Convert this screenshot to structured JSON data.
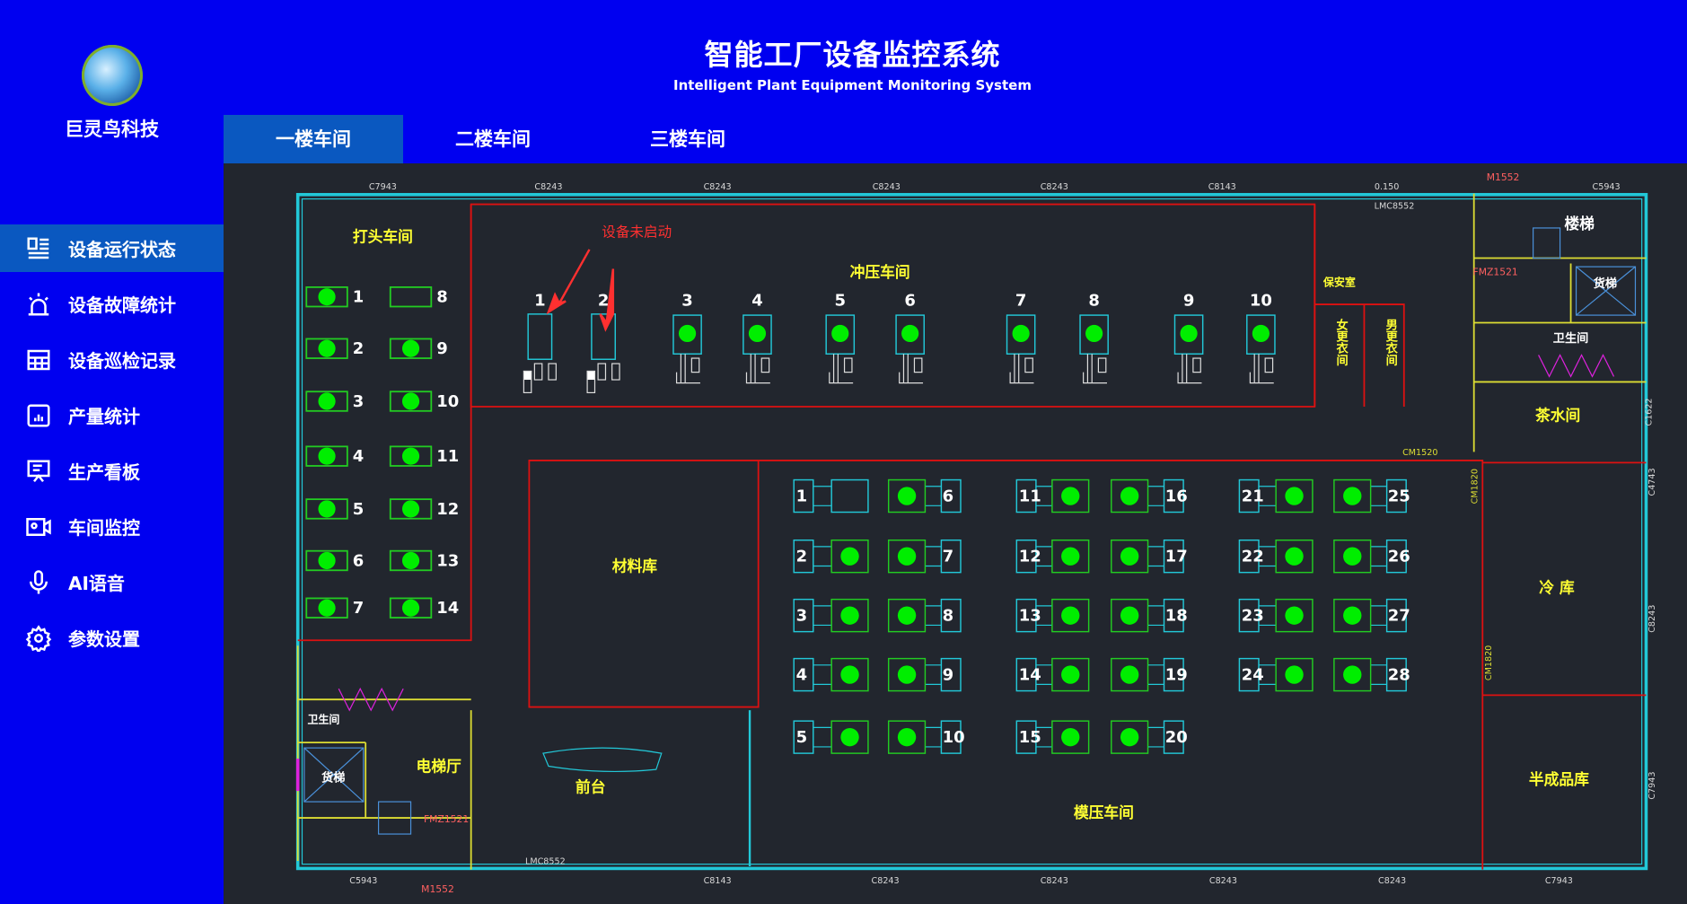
{
  "header": {
    "title": "智能工厂设备监控系统",
    "subtitle": "Intelligent Plant Equipment Monitoring System"
  },
  "logo": {
    "text": "巨灵鸟科技"
  },
  "tabs": [
    {
      "label": "一楼车间",
      "active": true
    },
    {
      "label": "二楼车间",
      "active": false
    },
    {
      "label": "三楼车间",
      "active": false
    }
  ],
  "sidebar": {
    "items": [
      {
        "label": "设备运行状态",
        "icon": "dashboard-icon",
        "active": true
      },
      {
        "label": "设备故障统计",
        "icon": "alarm-light-icon"
      },
      {
        "label": "设备巡检记录",
        "icon": "table-icon"
      },
      {
        "label": "产量统计",
        "icon": "bar-chart-icon"
      },
      {
        "label": "生产看板",
        "icon": "presentation-board-icon"
      },
      {
        "label": "车间监控",
        "icon": "camera-icon"
      },
      {
        "label": "AI语音",
        "icon": "microphone-icon"
      },
      {
        "label": "参数设置",
        "icon": "gear-icon"
      }
    ]
  },
  "plan": {
    "annotation": "设备未启动",
    "rooms": {
      "heading": "打头车间",
      "stamping": "冲压车间",
      "materials": "材料库",
      "molding": "模压车间",
      "stairs": "楼梯",
      "freight_elevator_right": "货梯",
      "restroom_right": "卫生间",
      "tea_room": "茶水间",
      "security": "保安室",
      "female_locker": "女更衣间",
      "male_locker": "男更衣间",
      "cold_storage": "冷 库",
      "semi_finished": "半成品库",
      "restroom_left": "卫生间",
      "freight_elevator_left": "货梯",
      "elevator_hall": "电梯厅",
      "reception": "前台"
    },
    "dimensions": {
      "top": [
        "C7943",
        "C8243",
        "C8243",
        "C8243",
        "C8243",
        "C8143",
        "0.150",
        "LMC8552",
        "M1552",
        "C5943",
        "FMZ1521"
      ],
      "bottom": [
        "C5943",
        "M1552",
        "LMC8552",
        "C8143",
        "C8243",
        "C8243",
        "C8243",
        "C8243",
        "C7943",
        "FMZ1521"
      ],
      "right": [
        "C1622",
        "C4743",
        "C8243",
        "C7943",
        "CM1520",
        "CM1820",
        "CM1820"
      ]
    },
    "colors": {
      "running": "#00ee00",
      "machine_frame": "#22cc22",
      "table": "#22c8d8",
      "wall": "#22c8d8",
      "partition": "#dd1111",
      "label": "#ffff33"
    },
    "heading_machines": [
      {
        "id": "1",
        "running": true
      },
      {
        "id": "2",
        "running": true
      },
      {
        "id": "3",
        "running": true
      },
      {
        "id": "4",
        "running": true
      },
      {
        "id": "5",
        "running": true
      },
      {
        "id": "6",
        "running": true
      },
      {
        "id": "7",
        "running": true
      },
      {
        "id": "8",
        "running": false
      },
      {
        "id": "9",
        "running": true
      },
      {
        "id": "10",
        "running": true
      },
      {
        "id": "11",
        "running": true
      },
      {
        "id": "12",
        "running": true
      },
      {
        "id": "13",
        "running": true
      },
      {
        "id": "14",
        "running": true
      }
    ],
    "stamping_machines": [
      {
        "id": "1",
        "running": false
      },
      {
        "id": "2",
        "running": false
      },
      {
        "id": "3",
        "running": true
      },
      {
        "id": "4",
        "running": true
      },
      {
        "id": "5",
        "running": true
      },
      {
        "id": "6",
        "running": true
      },
      {
        "id": "7",
        "running": true
      },
      {
        "id": "8",
        "running": true
      },
      {
        "id": "9",
        "running": true
      },
      {
        "id": "10",
        "running": true
      }
    ],
    "molding_machines": [
      {
        "id": "1",
        "running": true
      },
      {
        "id": "2",
        "running": true
      },
      {
        "id": "3",
        "running": true
      },
      {
        "id": "4",
        "running": true
      },
      {
        "id": "5",
        "running": true
      },
      {
        "id": "6",
        "running": true
      },
      {
        "id": "7",
        "running": true
      },
      {
        "id": "8",
        "running": true
      },
      {
        "id": "9",
        "running": true
      },
      {
        "id": "10",
        "running": true
      },
      {
        "id": "11",
        "running": true
      },
      {
        "id": "12",
        "running": true
      },
      {
        "id": "13",
        "running": true
      },
      {
        "id": "14",
        "running": true
      },
      {
        "id": "15",
        "running": true
      },
      {
        "id": "16",
        "running": true
      },
      {
        "id": "17",
        "running": true
      },
      {
        "id": "18",
        "running": true
      },
      {
        "id": "19",
        "running": true
      },
      {
        "id": "20",
        "running": true
      },
      {
        "id": "21",
        "running": true
      },
      {
        "id": "22",
        "running": true
      },
      {
        "id": "23",
        "running": true
      },
      {
        "id": "24",
        "running": true
      },
      {
        "id": "25",
        "running": true
      },
      {
        "id": "26",
        "running": true
      },
      {
        "id": "27",
        "running": true
      },
      {
        "id": "28",
        "running": true
      }
    ]
  }
}
